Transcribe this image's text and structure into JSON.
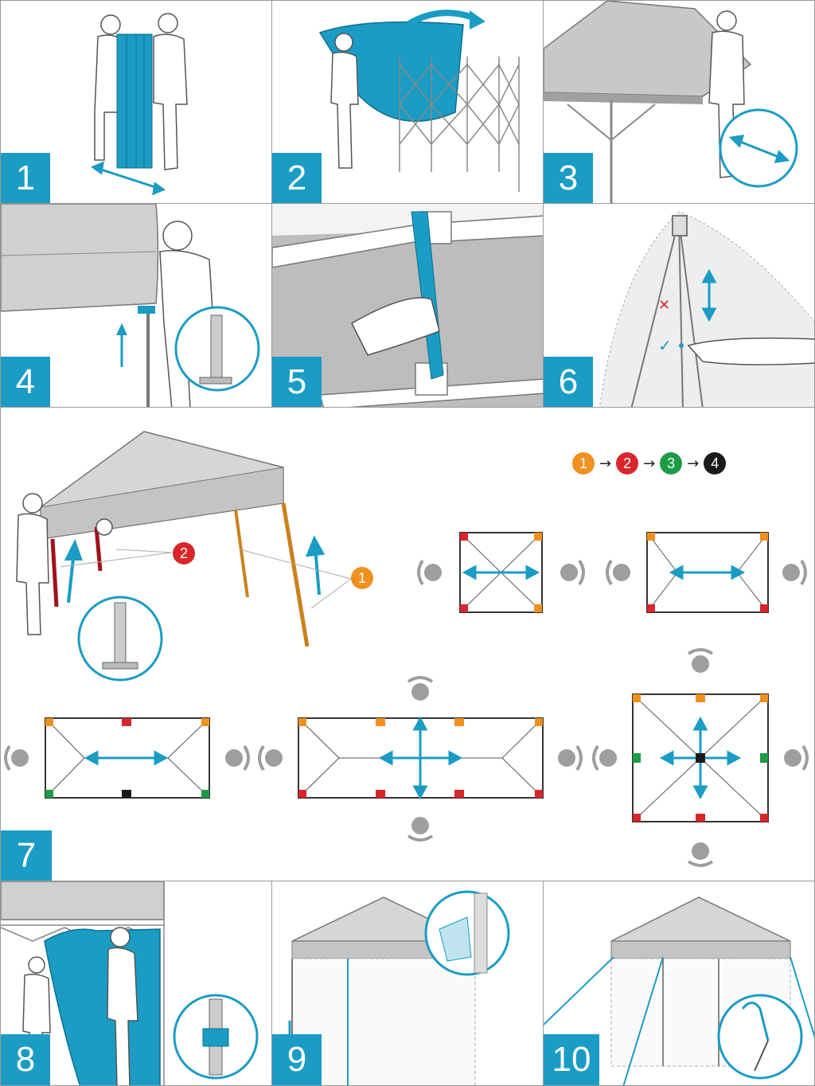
{
  "steps": [
    {
      "number": "1"
    },
    {
      "number": "2"
    },
    {
      "number": "3"
    },
    {
      "number": "4"
    },
    {
      "number": "5"
    },
    {
      "number": "6"
    },
    {
      "number": "7"
    },
    {
      "number": "8"
    },
    {
      "number": "9"
    },
    {
      "number": "10"
    }
  ],
  "step7": {
    "order": [
      "1",
      "2",
      "3",
      "4"
    ],
    "order_colors": [
      "#f0901e",
      "#d8262b",
      "#1e9b45",
      "#1a1a1a"
    ],
    "callout_front": "1",
    "callout_back": "2"
  },
  "colors": {
    "accent": "#1a9cc4",
    "border": "#9a9a9a",
    "canopy": "#d6d6d6",
    "person": "#9e9e9e",
    "orange": "#f0901e",
    "red": "#d8262b",
    "green": "#1e9b45",
    "black": "#1a1a1a"
  }
}
